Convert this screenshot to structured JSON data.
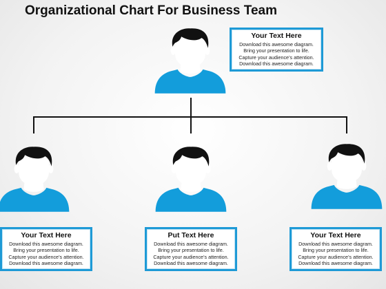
{
  "title": "Organizational Chart For Business Team",
  "colors": {
    "shirt": "#139ddb",
    "box_border": "#1e9ad6",
    "hair": "#111111",
    "skin": "#ffffff",
    "line": "#111111"
  },
  "nodes": {
    "top": {
      "icon": "person-icon",
      "heading": "Your Text Here",
      "lines": [
        "Download this awesome diagram.",
        "Bring your presentation to life.",
        "Capture your audience’s attention.",
        "Download this awesome diagram."
      ]
    },
    "left": {
      "icon": "person-icon",
      "heading": "Your Text Here",
      "lines": [
        "Download this awesome diagram.",
        "Bring your presentation to life.",
        "Capture your audience’s attention.",
        "Download this awesome diagram."
      ]
    },
    "middle": {
      "icon": "person-icon",
      "heading": "Put Text Here",
      "lines": [
        "Download this awesome diagram.",
        "Bring your presentation to life.",
        "Capture your audience’s attention.",
        "Download this awesome diagram."
      ]
    },
    "right": {
      "icon": "person-icon",
      "heading": "Your Text Here",
      "lines": [
        "Download this awesome diagram.",
        "Bring your presentation to life.",
        "Capture your audience’s attention.",
        "Download this awesome diagram."
      ]
    }
  }
}
